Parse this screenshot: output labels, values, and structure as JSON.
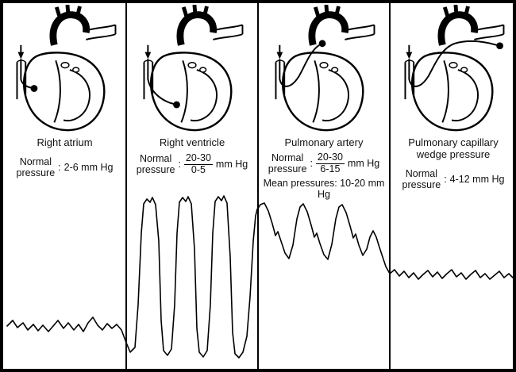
{
  "panels": [
    {
      "label": "Right atrium",
      "pressure_word1": "Normal",
      "pressure_word2": "pressure",
      "colon": ":",
      "value": "2-6 mm Hg"
    },
    {
      "label": "Right ventricle",
      "pressure_word1": "Normal",
      "pressure_word2": "pressure",
      "colon": ":",
      "fraction_top": "20-30",
      "fraction_bottom": "0-5",
      "unit": "mm Hg"
    },
    {
      "label": "Pulmonary artery",
      "pressure_word1": "Normal",
      "pressure_word2": "pressure",
      "colon": ":",
      "fraction_top": "20-30",
      "fraction_bottom": "6-15",
      "unit": "mm Hg",
      "mean": "Mean pressures: 10-20 mm Hg"
    },
    {
      "label": "Pulmonary capillary wedge pressure",
      "pressure_word1": "Normal",
      "pressure_word2": "pressure",
      "colon": ":",
      "value": "4-12 mm Hg"
    }
  ],
  "waveforms": {
    "right_atrium": [
      [
        5,
        407
      ],
      [
        12,
        400
      ],
      [
        18,
        409
      ],
      [
        25,
        403
      ],
      [
        31,
        412
      ],
      [
        38,
        405
      ],
      [
        44,
        413
      ],
      [
        50,
        406
      ],
      [
        57,
        414
      ],
      [
        63,
        407
      ],
      [
        69,
        400
      ],
      [
        76,
        410
      ],
      [
        82,
        403
      ],
      [
        89,
        412
      ],
      [
        95,
        405
      ],
      [
        101,
        414
      ],
      [
        107,
        403
      ],
      [
        113,
        396
      ],
      [
        119,
        406
      ],
      [
        125,
        412
      ],
      [
        131,
        404
      ],
      [
        137,
        410
      ],
      [
        143,
        405
      ],
      [
        149,
        412
      ],
      [
        155,
        428
      ]
    ],
    "right_ventricle": [
      [
        155,
        428
      ],
      [
        160,
        440
      ],
      [
        166,
        434
      ],
      [
        170,
        380
      ],
      [
        174,
        290
      ],
      [
        177,
        253
      ],
      [
        181,
        247
      ],
      [
        185,
        251
      ],
      [
        188,
        245
      ],
      [
        192,
        254
      ],
      [
        196,
        300
      ],
      [
        199,
        400
      ],
      [
        202,
        438
      ],
      [
        207,
        444
      ],
      [
        212,
        436
      ],
      [
        216,
        380
      ],
      [
        219,
        290
      ],
      [
        222,
        251
      ],
      [
        226,
        245
      ],
      [
        230,
        250
      ],
      [
        233,
        244
      ],
      [
        237,
        253
      ],
      [
        241,
        310
      ],
      [
        244,
        410
      ],
      [
        247,
        440
      ],
      [
        252,
        446
      ],
      [
        257,
        438
      ],
      [
        261,
        380
      ],
      [
        264,
        290
      ],
      [
        267,
        250
      ],
      [
        271,
        244
      ],
      [
        275,
        249
      ],
      [
        278,
        243
      ],
      [
        282,
        252
      ],
      [
        286,
        320
      ],
      [
        289,
        415
      ],
      [
        292,
        442
      ],
      [
        297,
        447
      ],
      [
        302,
        440
      ],
      [
        307,
        420
      ],
      [
        311,
        370
      ],
      [
        315,
        300
      ],
      [
        318,
        268
      ],
      [
        320,
        260
      ]
    ],
    "pulmonary_artery": [
      [
        320,
        260
      ],
      [
        324,
        254
      ],
      [
        329,
        252
      ],
      [
        334,
        262
      ],
      [
        339,
        278
      ],
      [
        343,
        293
      ],
      [
        346,
        288
      ],
      [
        350,
        300
      ],
      [
        355,
        315
      ],
      [
        360,
        322
      ],
      [
        365,
        305
      ],
      [
        370,
        272
      ],
      [
        374,
        257
      ],
      [
        378,
        253
      ],
      [
        383,
        263
      ],
      [
        388,
        280
      ],
      [
        392,
        295
      ],
      [
        395,
        290
      ],
      [
        399,
        303
      ],
      [
        404,
        317
      ],
      [
        409,
        323
      ],
      [
        414,
        304
      ],
      [
        419,
        272
      ],
      [
        423,
        257
      ],
      [
        427,
        254
      ],
      [
        432,
        264
      ],
      [
        437,
        281
      ],
      [
        441,
        296
      ],
      [
        444,
        291
      ],
      [
        448,
        305
      ],
      [
        453,
        318
      ],
      [
        458,
        310
      ],
      [
        462,
        295
      ],
      [
        466,
        287
      ],
      [
        470,
        295
      ],
      [
        474,
        308
      ],
      [
        478,
        320
      ],
      [
        482,
        332
      ],
      [
        487,
        341
      ]
    ],
    "wedge": [
      [
        487,
        341
      ],
      [
        493,
        336
      ],
      [
        499,
        344
      ],
      [
        505,
        338
      ],
      [
        511,
        346
      ],
      [
        517,
        340
      ],
      [
        523,
        348
      ],
      [
        529,
        342
      ],
      [
        535,
        337
      ],
      [
        541,
        345
      ],
      [
        547,
        339
      ],
      [
        553,
        347
      ],
      [
        559,
        341
      ],
      [
        565,
        336
      ],
      [
        571,
        345
      ],
      [
        577,
        340
      ],
      [
        583,
        348
      ],
      [
        589,
        342
      ],
      [
        595,
        337
      ],
      [
        601,
        346
      ],
      [
        607,
        341
      ],
      [
        613,
        348
      ],
      [
        619,
        343
      ],
      [
        625,
        338
      ],
      [
        631,
        346
      ],
      [
        637,
        341
      ],
      [
        643,
        347
      ],
      [
        648,
        344
      ]
    ]
  }
}
